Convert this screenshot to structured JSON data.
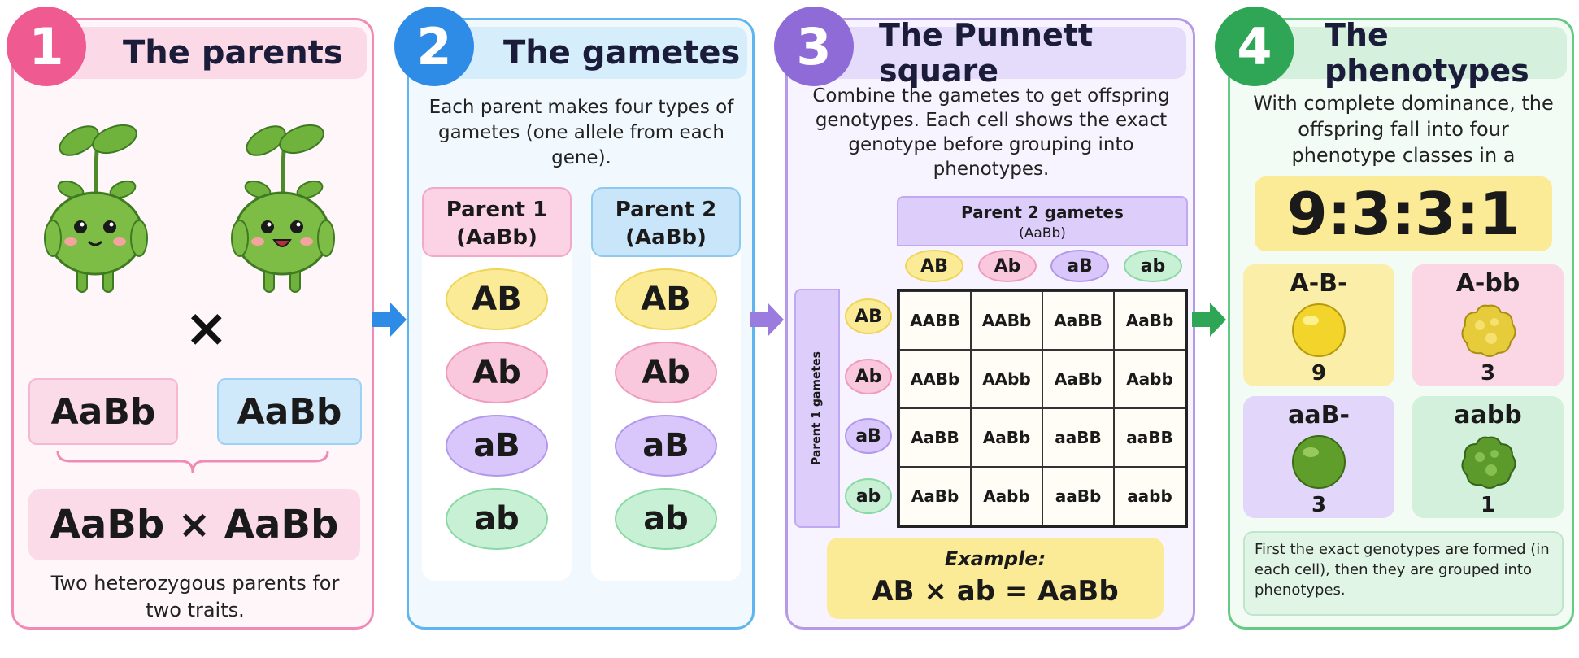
{
  "panel1": {
    "number": "1",
    "title": "The parents",
    "parent1_genotype": "AaBb",
    "parent2_genotype": "AaBb",
    "cross_symbol": "×",
    "cross": "AaBb × AaBb",
    "caption": "Two heterozygous parents for two traits."
  },
  "panel2": {
    "number": "2",
    "title": "The gametes",
    "description": "Each parent makes four types of gametes (one allele from each gene).",
    "parent1_label": "Parent 1",
    "parent1_geno": "(AaBb)",
    "parent2_label": "Parent 2",
    "parent2_geno": "(AaBb)",
    "gametes": [
      "AB",
      "Ab",
      "aB",
      "ab"
    ]
  },
  "panel3": {
    "number": "3",
    "title": "The Punnett square",
    "description": "Combine the gametes to get offspring genotypes. Each cell shows the exact genotype before grouping into phenotypes.",
    "col_header": "Parent 2 gametes",
    "col_header_sub": "(AaBb)",
    "row_header": "Parent 1 gametes",
    "col_gametes": [
      "AB",
      "Ab",
      "aB",
      "ab"
    ],
    "row_gametes": [
      "AB",
      "Ab",
      "aB",
      "ab"
    ],
    "grid": [
      [
        "AABB",
        "AABb",
        "AaBB",
        "AaBb"
      ],
      [
        "AABb",
        "AAbb",
        "AaBb",
        "Aabb"
      ],
      [
        "AaBB",
        "AaBb",
        "aaBB",
        "aaBB"
      ],
      [
        "AaBb",
        "Aabb",
        "aaBb",
        "aabb"
      ]
    ],
    "example_label": "Example:",
    "example_eq": "AB × ab = AaBb"
  },
  "panel4": {
    "number": "4",
    "title": "The phenotypes",
    "description": "With complete dominance, the offspring fall into four phenotype classes in a",
    "ratio": "9:3:3:1",
    "classes": [
      {
        "genotype": "A-B-",
        "count": "9"
      },
      {
        "genotype": "A-bb",
        "count": "3"
      },
      {
        "genotype": "aaB-",
        "count": "3"
      },
      {
        "genotype": "aabb",
        "count": "1"
      }
    ],
    "note": "First the exact genotypes are formed (in each cell), then they are grouped into phenotypes."
  },
  "colors": {
    "pink": "#ef5b90",
    "blue": "#2f8ce6",
    "purple": "#8e6bd6",
    "green": "#2fa655",
    "yellow": "#fbeb96"
  }
}
